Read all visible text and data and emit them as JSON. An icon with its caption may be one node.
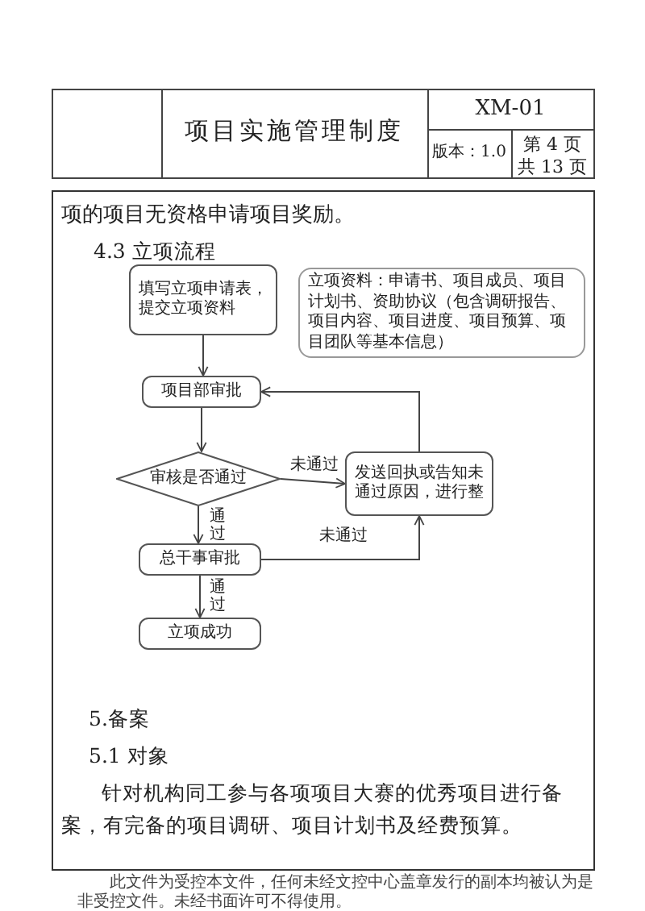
{
  "diagram": {
    "title": "项目实施管理制度",
    "nodes": [
      {
        "text": [
          "填写立项申请表，提交立项资料"
        ]
      },
      {
        "text": [
          "立项资料：申请书、项目成员、项目计划书、资助协议（包含调研报告、项目内容、项目进度、项目预算、项目团队等基本信息）"
        ]
      },
      {
        "text": [
          "项目部审批"
        ]
      },
      {
        "text": [
          "审核是否通过"
        ]
      },
      {
        "text": [
          "发送回执或告知未通过原因，进行整"
        ]
      },
      {
        "text": [
          "总干事审批"
        ]
      },
      {
        "text": [
          "立项成功"
        ]
      }
    ],
    "edges": [
      {
        "from": 0,
        "to": 2,
        "arrow": "to"
      },
      {
        "from": 2,
        "to": 3,
        "arrow": "to"
      },
      {
        "from": 3,
        "to": 4,
        "arrow": "to",
        "label": "未通过"
      },
      {
        "from": 3,
        "to": 5,
        "arrow": "to",
        "label": "通过"
      },
      {
        "from": 5,
        "to": 4,
        "arrow": "to",
        "label": "未通过"
      },
      {
        "from": 4,
        "to": 2,
        "arrow": "to"
      },
      {
        "from": 5,
        "to": 6,
        "arrow": "to",
        "label": "通过"
      }
    ],
    "labels": [
      "XM-01",
      "版本：1.0",
      "第 4 页",
      "共 13 页",
      "项的项目无资格申请项目奖励。",
      "4.3 立项流程",
      "5.备案",
      "5.1 对象",
      "针对机构同工参与各项项目大赛的优秀项目进行备案，有完备的项目调研、项目计划书及经费预算。",
      "此文件为受控本文件，任何未经文控中心盖章发行的副本均被认为是非受控文件。未经书面许可不得使用。"
    ]
  }
}
